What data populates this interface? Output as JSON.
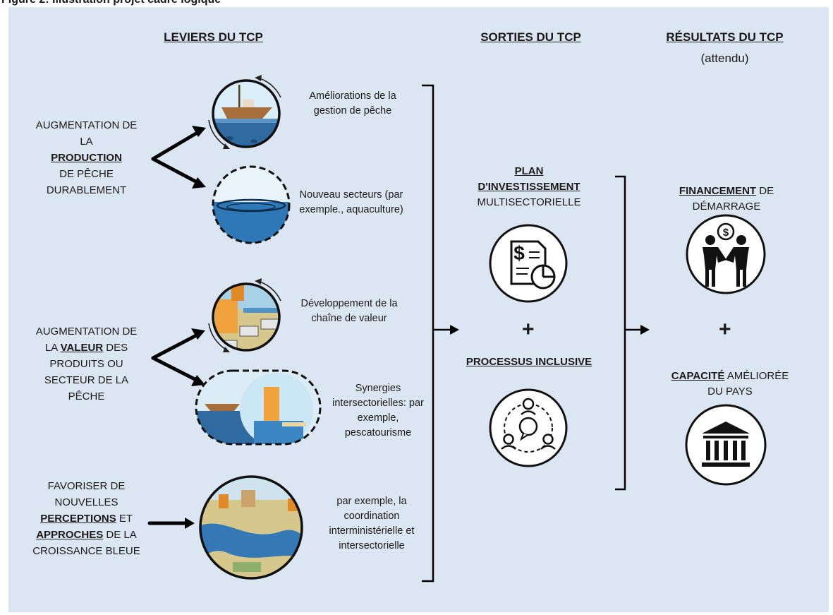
{
  "figure_title": "Figure 2: Illustration projet cadre logique",
  "headers": {
    "levers": "LEVIERS DU TCP",
    "outputs": "SORTIES DU TCP",
    "results": "RÉSULTATS DU TCP",
    "results_sub": "(attendu)"
  },
  "levers": [
    {
      "pre": "Augmentation de la",
      "key": "production",
      "post": "de pêche durablement"
    },
    {
      "pre": "Augmentation de la",
      "key": "valeur",
      "post": "des produits ou secteur de la pêche"
    },
    {
      "pre": "Favoriser de nouvelles",
      "key": "perceptions",
      "mid": "et",
      "key2": "approches",
      "post": "de la croissance bleue"
    }
  ],
  "captions": [
    "Améliorations de la gestion de pêche",
    "Nouveau secteurs (par exemple., aquaculture)",
    "Développement de la chaîne de valeur",
    "Synergies intersectorielles: par exemple, pescatourisme",
    "par exemple, la coordination interministérielle et intersectorielle"
  ],
  "outputs": {
    "plan_key": "Plan d'investissement",
    "plan_rest": "multisectorielle",
    "plus": "+",
    "process_key": "Processus inclusive"
  },
  "results": {
    "fin_key": "Financement",
    "fin_mid": "de",
    "fin_rest": "démarrage",
    "plus": "+",
    "cap_key": "Capacité",
    "cap_mid": "améliorée",
    "cap_rest": "du pays"
  },
  "colors": {
    "background": "#dce6f2",
    "sea": "#2e6da4",
    "sky": "#d4ecf7",
    "icon_dark": "#1a1a1a"
  }
}
